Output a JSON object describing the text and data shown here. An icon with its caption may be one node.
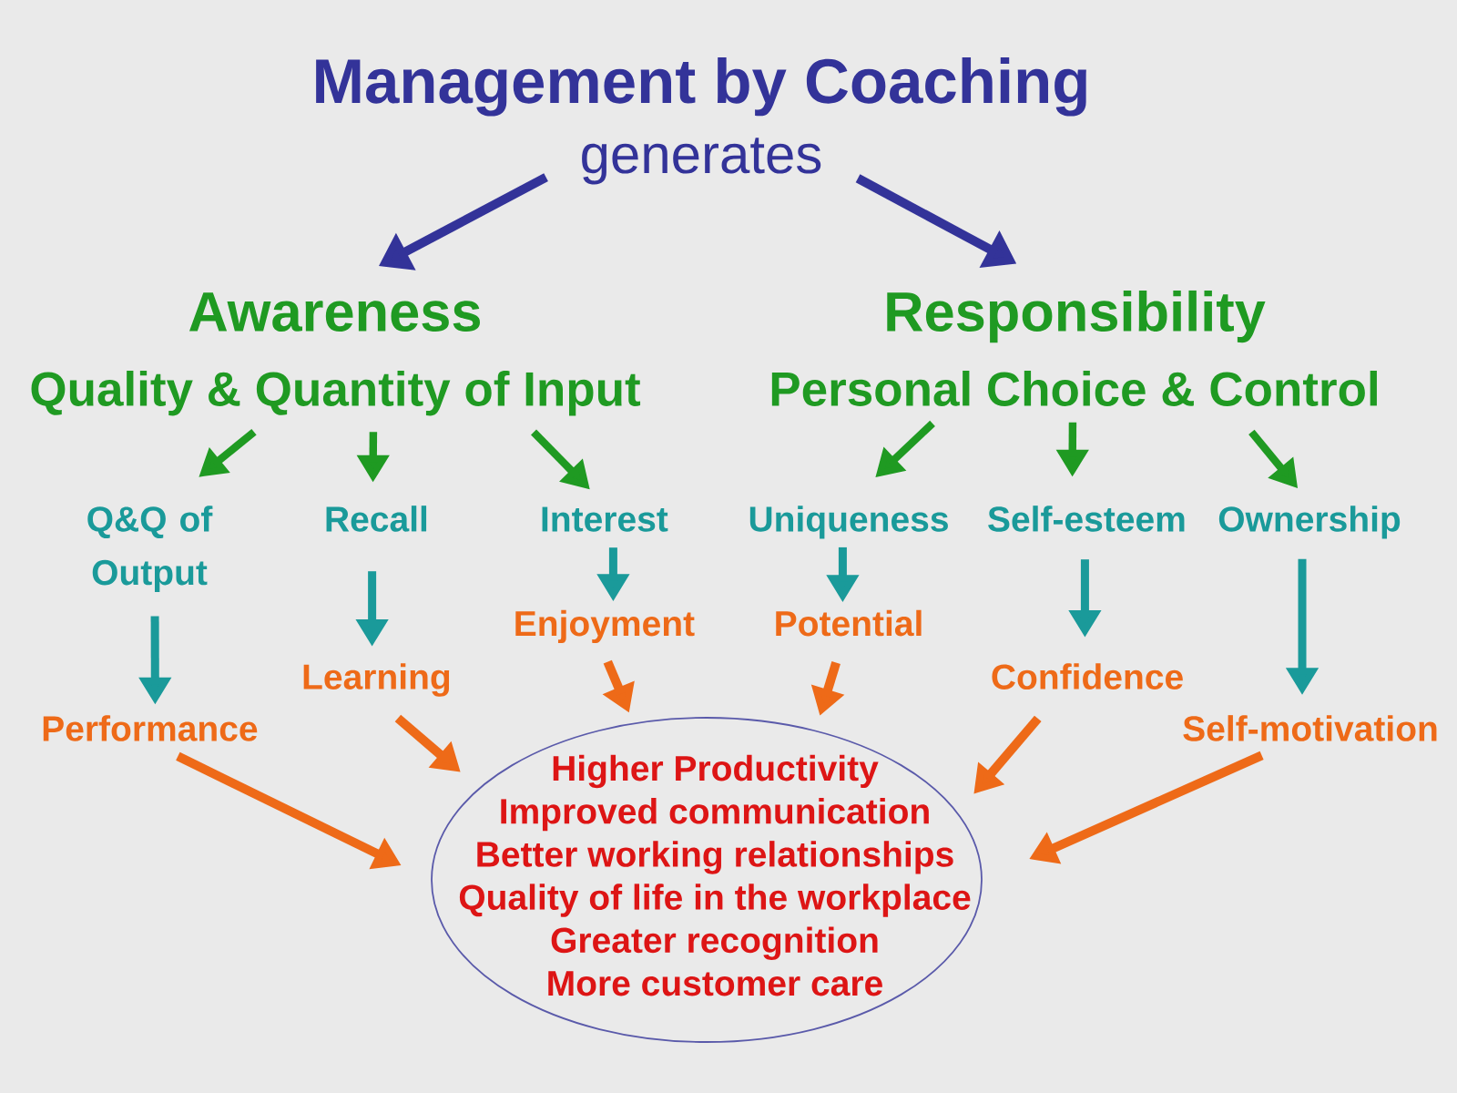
{
  "diagram": {
    "title": "Management by Coaching",
    "nodes": [
      {
        "text": [
          "generates"
        ]
      },
      {
        "text": [
          "Awareness",
          "Quality & Quantity of Input"
        ]
      },
      {
        "text": [
          "Responsibility",
          "Personal Choice & Control"
        ]
      },
      {
        "text": [
          "Q&Q of Output"
        ]
      },
      {
        "text": [
          "Recall"
        ]
      },
      {
        "text": [
          "Interest"
        ]
      },
      {
        "text": [
          "Uniqueness"
        ]
      },
      {
        "text": [
          "Self-esteem"
        ]
      },
      {
        "text": [
          "Ownership"
        ]
      },
      {
        "text": [
          "Performance"
        ]
      },
      {
        "text": [
          "Learning"
        ]
      },
      {
        "text": [
          "Enjoyment"
        ]
      },
      {
        "text": [
          "Potential"
        ]
      },
      {
        "text": [
          "Confidence"
        ]
      },
      {
        "text": [
          "Self-motivation"
        ]
      },
      {
        "text": [
          "Higher Productivity",
          "Improved communication",
          "Better working relationships",
          "Quality of life in the workplace",
          "Greater recognition",
          "More customer care"
        ]
      }
    ],
    "edges": [
      {
        "from": 0,
        "to": 1,
        "arrow": "to",
        "color": "#333399"
      },
      {
        "from": 0,
        "to": 2,
        "arrow": "to",
        "color": "#333399"
      },
      {
        "from": 1,
        "to": 3,
        "arrow": "to",
        "color": "#1f9a22"
      },
      {
        "from": 1,
        "to": 4,
        "arrow": "to",
        "color": "#1f9a22"
      },
      {
        "from": 1,
        "to": 5,
        "arrow": "to",
        "color": "#1f9a22"
      },
      {
        "from": 2,
        "to": 6,
        "arrow": "to",
        "color": "#1f9a22"
      },
      {
        "from": 2,
        "to": 7,
        "arrow": "to",
        "color": "#1f9a22"
      },
      {
        "from": 2,
        "to": 8,
        "arrow": "to",
        "color": "#1f9a22"
      },
      {
        "from": 3,
        "to": 9,
        "arrow": "to",
        "color": "#1a9a9a"
      },
      {
        "from": 4,
        "to": 10,
        "arrow": "to",
        "color": "#1a9a9a"
      },
      {
        "from": 5,
        "to": 11,
        "arrow": "to",
        "color": "#1a9a9a"
      },
      {
        "from": 6,
        "to": 12,
        "arrow": "to",
        "color": "#1a9a9a"
      },
      {
        "from": 7,
        "to": 13,
        "arrow": "to",
        "color": "#1a9a9a"
      },
      {
        "from": 8,
        "to": 14,
        "arrow": "to",
        "color": "#1a9a9a"
      },
      {
        "from": 9,
        "to": 15,
        "arrow": "to",
        "color": "#ee6a18"
      },
      {
        "from": 10,
        "to": 15,
        "arrow": "to",
        "color": "#ee6a18"
      },
      {
        "from": 11,
        "to": 15,
        "arrow": "to",
        "color": "#ee6a18"
      },
      {
        "from": 12,
        "to": 15,
        "arrow": "to",
        "color": "#ee6a18"
      },
      {
        "from": 13,
        "to": 15,
        "arrow": "to",
        "color": "#ee6a18"
      },
      {
        "from": 14,
        "to": 15,
        "arrow": "to",
        "color": "#ee6a18"
      }
    ]
  }
}
